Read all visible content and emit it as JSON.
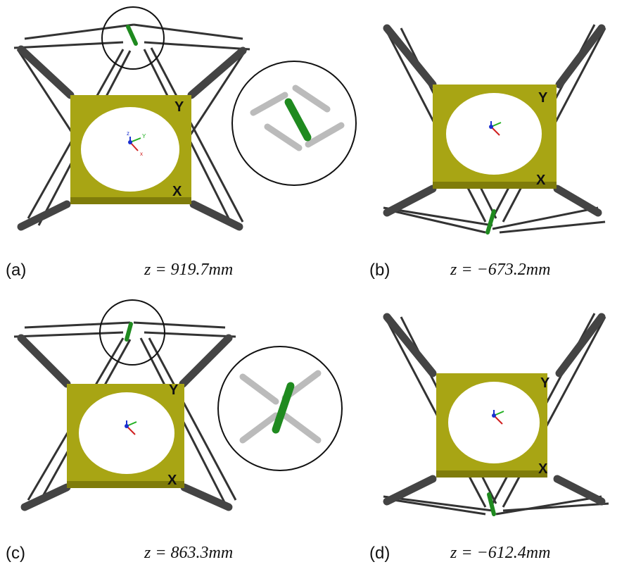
{
  "panels": [
    {
      "letter": "(a)",
      "z": "z = 919.7mm",
      "inset": true,
      "nearPlate": "top"
    },
    {
      "letter": "(b)",
      "z": "z = −673.2mm",
      "inset": false,
      "nearPlate": "bottom"
    },
    {
      "letter": "(c)",
      "z": "z = 863.3mm",
      "inset": true,
      "nearPlate": "top"
    },
    {
      "letter": "(d)",
      "z": "z = −612.4mm",
      "inset": false,
      "nearPlate": "bottom"
    }
  ],
  "axis_labels": {
    "z": "z",
    "y": "Y",
    "x": "x"
  },
  "marker_labels": {
    "y": "Y",
    "x": "X"
  },
  "colors": {
    "frame": "#a8a514",
    "frameDark": "#7f7c0a",
    "cable": "#3a3a3a",
    "arm": "#4a4a4a",
    "joint": "#b7b7b7",
    "green": "#1f8a1f",
    "axisZ": "#1a2fd0",
    "axisY": "#21b021",
    "axisX": "#d02020"
  }
}
